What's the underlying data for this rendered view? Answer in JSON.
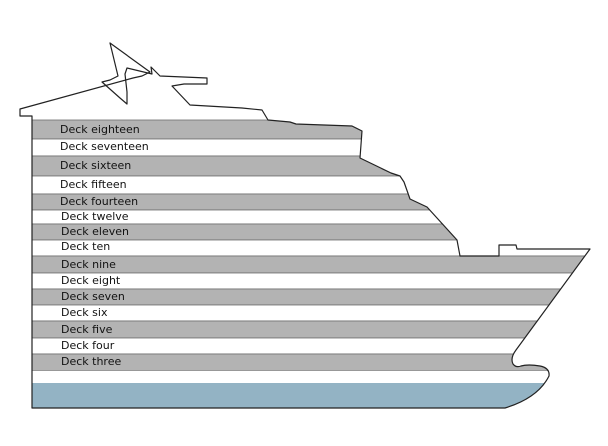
{
  "colors": {
    "shaded": "#b3b3b3",
    "plain": "#ffffff",
    "hull": "#93b3c4",
    "outline": "#222222"
  },
  "decks": [
    {
      "id": "deck-eighteen",
      "label": "Deck eighteen",
      "shaded": true
    },
    {
      "id": "deck-seventeen",
      "label": "Deck seventeen",
      "shaded": false
    },
    {
      "id": "deck-sixteen",
      "label": "Deck sixteen",
      "shaded": true
    },
    {
      "id": "deck-fifteen",
      "label": "Deck fifteen",
      "shaded": false
    },
    {
      "id": "deck-fourteen",
      "label": "Deck fourteen",
      "shaded": true
    },
    {
      "id": "deck-twelve",
      "label": "Deck twelve",
      "shaded": false
    },
    {
      "id": "deck-eleven",
      "label": "Deck eleven",
      "shaded": true
    },
    {
      "id": "deck-ten",
      "label": "Deck ten",
      "shaded": false
    },
    {
      "id": "deck-nine",
      "label": "Deck nine",
      "shaded": true
    },
    {
      "id": "deck-eight",
      "label": "Deck eight",
      "shaded": false
    },
    {
      "id": "deck-seven",
      "label": "Deck seven",
      "shaded": true
    },
    {
      "id": "deck-six",
      "label": "Deck six",
      "shaded": false
    },
    {
      "id": "deck-five",
      "label": "Deck five",
      "shaded": true
    },
    {
      "id": "deck-four",
      "label": "Deck four",
      "shaded": false
    },
    {
      "id": "deck-three",
      "label": "Deck three",
      "shaded": true
    }
  ]
}
